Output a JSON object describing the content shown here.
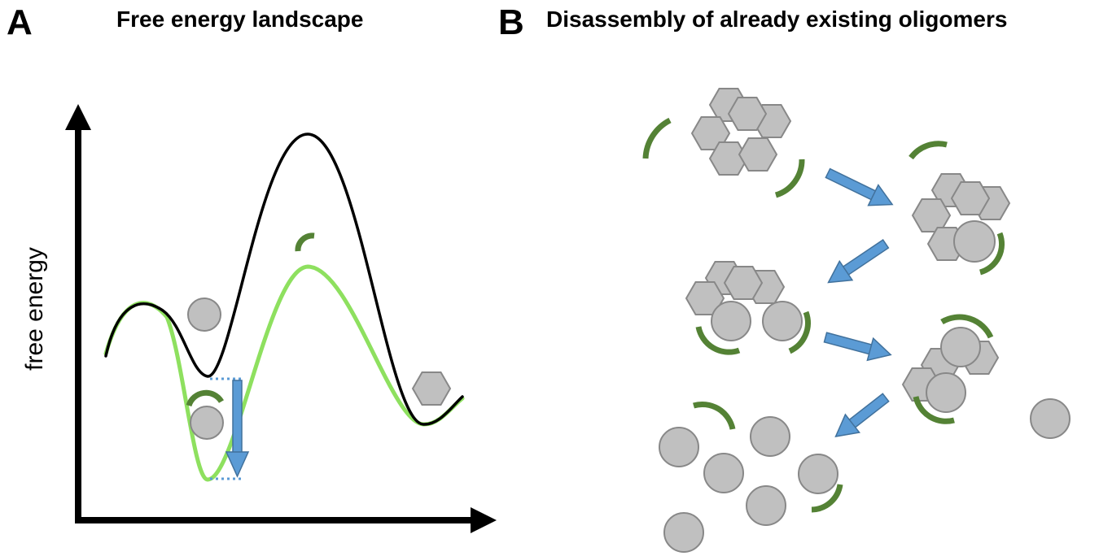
{
  "panel_a": {
    "letter": "A",
    "title": "Free energy landscape",
    "y_axis_label": "free energy"
  },
  "panel_b": {
    "letter": "B",
    "title": "Disassembly of already existing oligomers"
  },
  "colors": {
    "black_curve": "#000000",
    "green_curve": "#8ee05f",
    "chaperone": "#548235",
    "arrow": "#5b9bd5",
    "arrow_stroke": "#41719c",
    "particle_fill": "#c0c0c0",
    "particle_stroke": "#888888"
  }
}
